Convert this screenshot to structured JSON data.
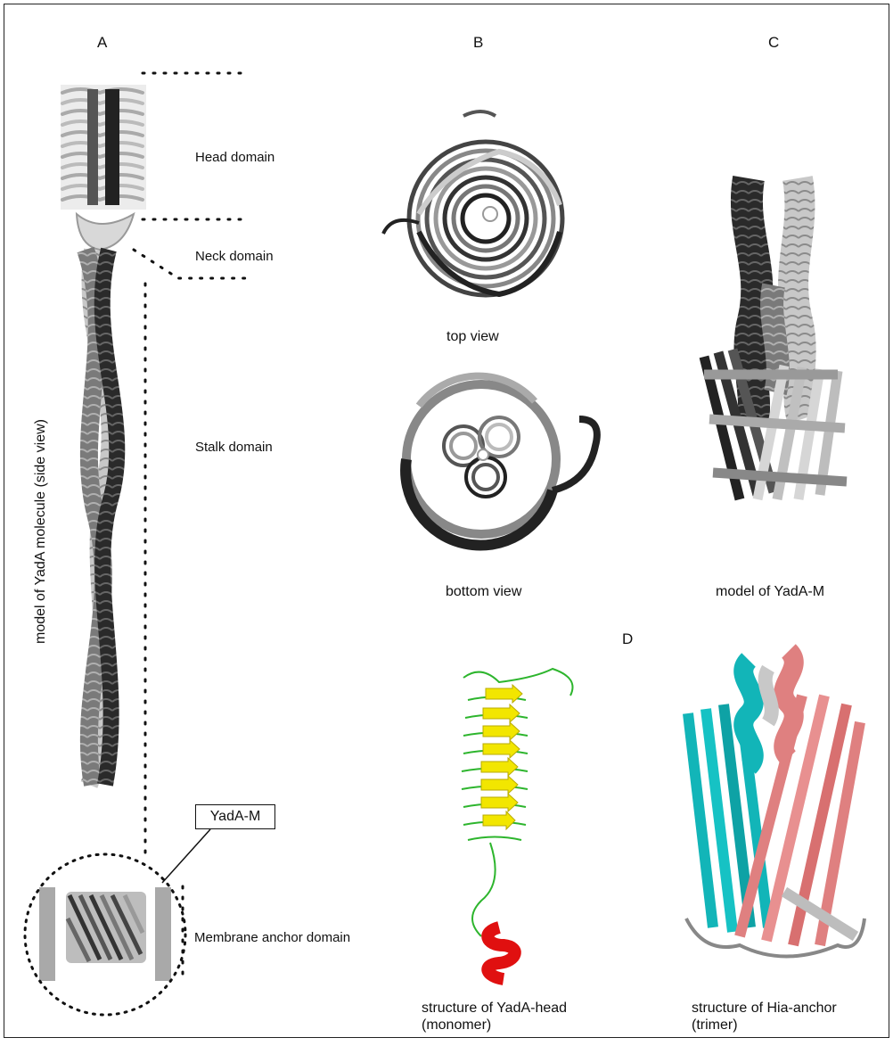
{
  "panels": {
    "a": "A",
    "b": "B",
    "c": "C",
    "d": "D"
  },
  "domains": {
    "head": "Head domain",
    "neck": "Neck domain",
    "stalk": "Stalk domain",
    "membrane": "Membrane anchor domain"
  },
  "side_label": "model of YadA molecule (side view)",
  "yadam_box": "YadA-M",
  "captions": {
    "top_view": "top view",
    "bottom_view": "bottom view",
    "model_yadam": "model of YadA-M",
    "yada_head_line1": "structure of YadA-head",
    "yada_head_line2": "(monomer)",
    "hia_line1": "structure of Hia-anchor",
    "hia_line2": "(trimer)"
  },
  "colors": {
    "dark": "#2a2a2a",
    "mid": "#7a7a7a",
    "light": "#c8c8c8",
    "membrane_bar": "#a9a9a9",
    "beta_yellow": "#f2e600",
    "loop_green": "#2db52d",
    "helix_red": "#e01010",
    "cyan": "#12b5b8",
    "salmon": "#df8080"
  }
}
